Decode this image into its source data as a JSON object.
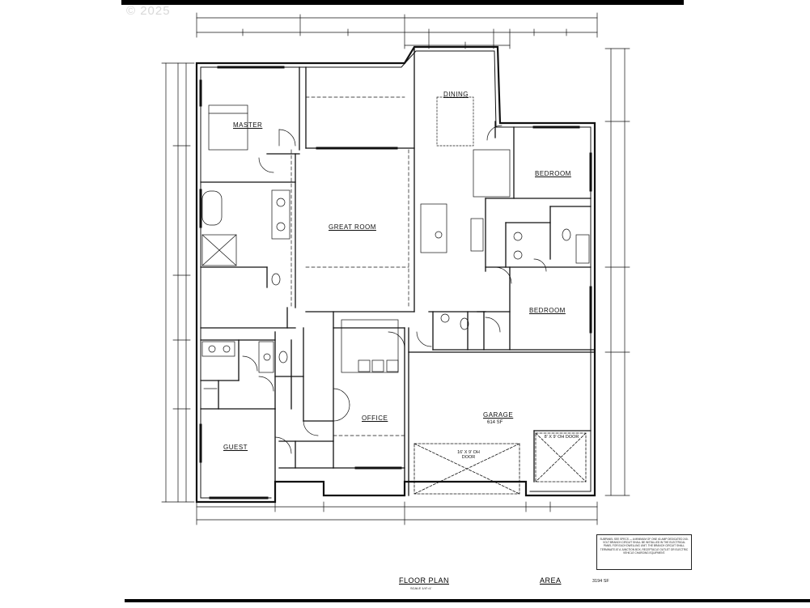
{
  "watermark": "© 2025",
  "rooms": {
    "master": "MASTER",
    "dining": "DINING",
    "great_room": "GREAT ROOM",
    "bedroom_1": "BEDROOM",
    "bedroom_2": "BEDROOM",
    "office": "OFFICE",
    "guest": "GUEST",
    "garage": "GARAGE",
    "garage_area": "614 SF"
  },
  "doors": {
    "garage_door_1": "16' X 9' OH DOOR",
    "garage_door_2": "8' X 9' OH DOOR"
  },
  "footer": {
    "plan_title": "FLOOR PLAN",
    "scale": "SCALE 1/4\"=1'",
    "area_label": "AREA",
    "area_value": "3194 SF"
  },
  "notes_text": "SUBPANEL SEE SPECS — A MINIMUM OF ONE 40-AMP DEDICATED 240-VOLT BRANCH CIRCUIT SHALL BE INSTALLED IN THE ELECTRICAL PANEL FOR EACH DWELLING UNIT. THE BRANCH CIRCUIT SHALL TERMINATE AT A JUNCTION BOX, RECEPTACLE OUTLET OR ELECTRIC VEHICLE CHARGING EQUIPMENT."
}
